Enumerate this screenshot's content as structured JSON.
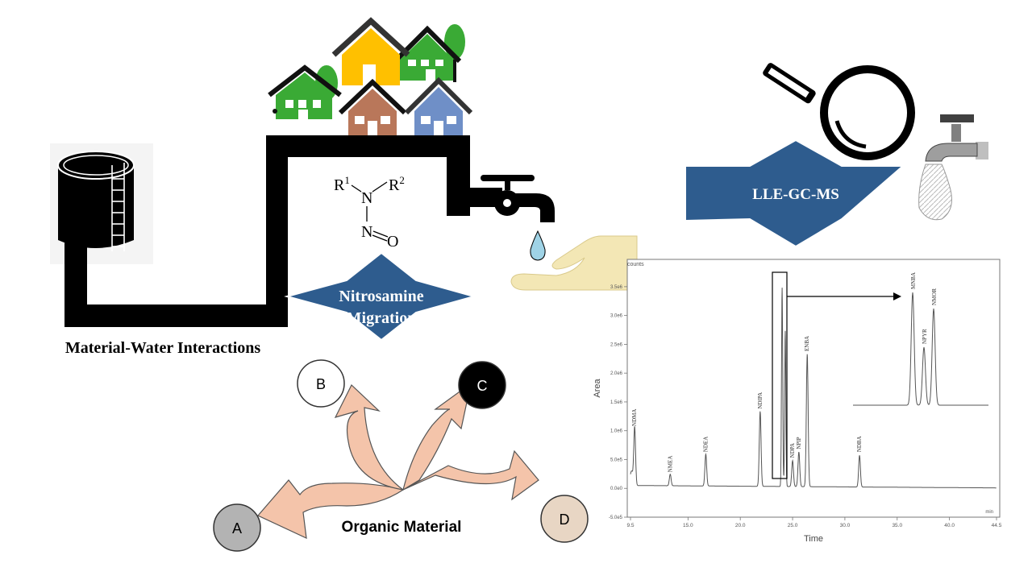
{
  "labels": {
    "material_water": "Material-Water Interactions",
    "nitrosamine_line1": "Nitrosamine",
    "nitrosamine_line2": "Migration",
    "method": "LLE-GC-MS",
    "organic_material": "Organic Material"
  },
  "circles": [
    {
      "letter": "A",
      "fill": "#b3b3b3"
    },
    {
      "letter": "B",
      "fill": "#ffffff"
    },
    {
      "letter": "C",
      "fill": "#000000"
    },
    {
      "letter": "D",
      "fill": "#e8d6c4"
    }
  ],
  "structure": {
    "r1": "R",
    "r1_sup": "1",
    "r2": "R",
    "r2_sup": "2",
    "n": "N",
    "n2": "N",
    "o": "O"
  },
  "colors": {
    "star_fill": "#2e5c8e",
    "arrow_fill": "#f4c4aa",
    "pipe": "#000000",
    "house_green": "#3aaa35",
    "house_yellow": "#ffc000",
    "house_brown": "#b9775a",
    "house_blue": "#6f8fc7",
    "hand": "#f3e7b5",
    "drop": "#9fd3e6"
  },
  "icons": [
    "water-tank-icon",
    "house-icon",
    "tree-icon",
    "faucet-icon",
    "water-drop-icon",
    "hand-icon",
    "magnifier-icon",
    "tap-splash-icon"
  ],
  "chart_data": {
    "type": "line",
    "title": "",
    "xlabel": "Time",
    "ylabel": "Area",
    "y_unit_label": "counts",
    "x_unit_label": "min",
    "xlim": [
      9.5,
      44.5
    ],
    "ylim": [
      -0.5,
      3.75
    ],
    "x_ticks": [
      "9.5",
      "15.0",
      "20.0",
      "25.0",
      "30.0",
      "35.0",
      "40.0",
      "44.5"
    ],
    "y_ticks": [
      "-5.0e5",
      "0.0e0",
      "5.0e5",
      "1.0e6",
      "1.5e6",
      "2.0e6",
      "2.5e6",
      "3.0e6",
      "3.5e6"
    ],
    "peaks": [
      {
        "label": "NDMA",
        "x": 9.9,
        "height": 1.0
      },
      {
        "label": "NMEA",
        "x": 13.3,
        "height": 0.2
      },
      {
        "label": "NDEA",
        "x": 16.7,
        "height": 0.55
      },
      {
        "label": "NDIPA",
        "x": 21.9,
        "height": 1.3
      },
      {
        "label": "NDPA",
        "x": 25.0,
        "height": 0.45
      },
      {
        "label": "NPIP",
        "x": 25.6,
        "height": 0.6
      },
      {
        "label": "ENBA",
        "x": 26.4,
        "height": 2.3
      },
      {
        "label": "NDBA",
        "x": 31.4,
        "height": 0.55
      }
    ],
    "inset_peaks": [
      {
        "label": "MNBA",
        "height": 3.5
      },
      {
        "label": "NPYR",
        "height": 1.8
      },
      {
        "label": "NMOR",
        "height": 3.0
      }
    ]
  }
}
